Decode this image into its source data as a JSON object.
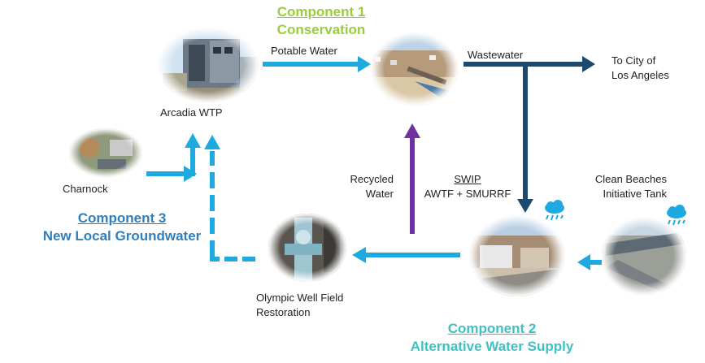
{
  "component1": {
    "title": "Component 1",
    "subtitle": "Conservation",
    "color": "#9ccc3c"
  },
  "component2": {
    "title": "Component 2",
    "subtitle": "Alternative Water Supply",
    "color": "#3fc0c4"
  },
  "component3": {
    "title": "Component 3",
    "subtitle": "New Local Groundwater",
    "color": "#2e7fbf"
  },
  "nodes": {
    "arcadia": "Arcadia WTP",
    "charnock": "Charnock",
    "olympic_line1": "Olympic Well Field",
    "olympic_line2": "Restoration",
    "to_city_line1": "To City of",
    "to_city_line2": "Los Angeles",
    "clean_beaches_line1": "Clean Beaches",
    "clean_beaches_line2": "Initiative Tank"
  },
  "flows": {
    "potable": "Potable Water",
    "wastewater": "Wastewater",
    "recycled_line1": "Recycled",
    "recycled_line2": "Water",
    "swip_title": "SWIP",
    "swip_detail": "AWTF + SMURRF"
  },
  "colors": {
    "light_blue_arrow": "#1fa9e1",
    "dark_blue_arrow": "#1c4a6e",
    "purple_arrow": "#7030a0",
    "rain_icon": "#1fa9e1"
  },
  "icons": [
    "rain-cloud-icon",
    "rain-cloud-icon"
  ]
}
